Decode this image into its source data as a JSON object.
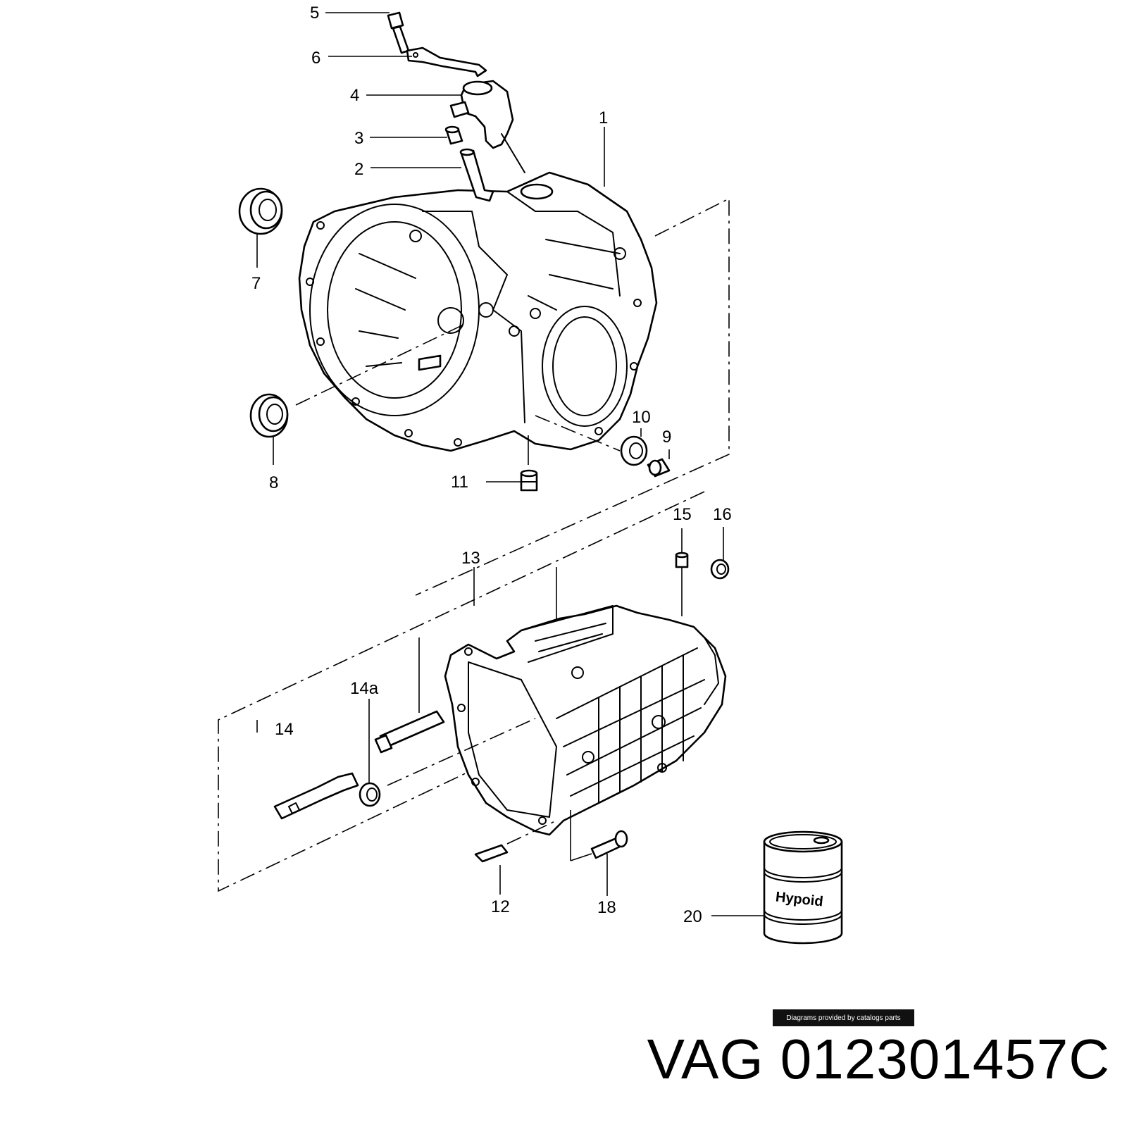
{
  "callouts": {
    "c1": "1",
    "c2": "2",
    "c3": "3",
    "c4": "4",
    "c5": "5",
    "c6": "6",
    "c7": "7",
    "c8": "8",
    "c9": "9",
    "c10": "10",
    "c11": "11",
    "c12": "12",
    "c13": "13",
    "c14": "14",
    "c14a": "14a",
    "c15": "15",
    "c16": "16",
    "c18": "18",
    "c20": "20"
  },
  "drum_label": "Hypoid",
  "credit": "Diagrams provided by catalogs parts",
  "part_title": "VAG 012301457C"
}
